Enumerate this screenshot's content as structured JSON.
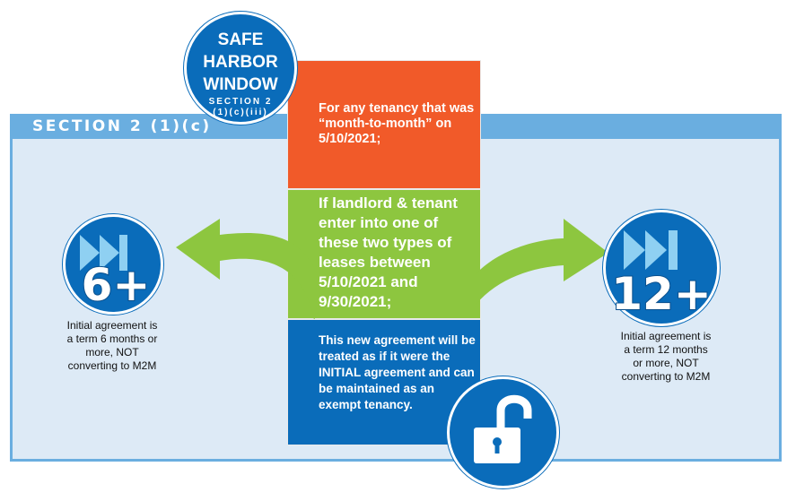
{
  "section_title": "SECTION 2 (1)(c)",
  "safe_harbor": {
    "title": "SAFE\nHARBOR\nWINDOW",
    "subtitle": "SECTION 2\n(1)(c)(iii)"
  },
  "boxes": {
    "orange": "For any tenancy that was “month-to-month” on 5/10/2021;",
    "green": "If landlord & tenant enter into one of these two types of leases between 5/10/2021 and 9/30/2021;",
    "blue": "This new agreement will be treated as if it were the INITIAL agreement and can be maintained as an exempt tenancy."
  },
  "left_option": {
    "icon_label": "6+",
    "caption": "Initial agreement is\na term 6 months or\nmore, NOT\nconverting to M2M"
  },
  "right_option": {
    "icon_label": "12+",
    "caption": "Initial agreement is\na term 12 months\nor more, NOT\nconverting to M2M"
  },
  "colors": {
    "orange": "#f15a29",
    "green": "#8dc63f",
    "blue": "#0a6cba",
    "light_blue": "#6aaee0",
    "frame_fill": "#ddeaf6"
  }
}
